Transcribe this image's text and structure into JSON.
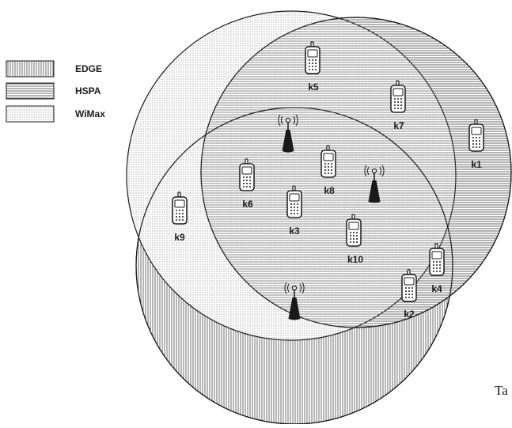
{
  "legend": [
    {
      "label": "EDGE",
      "pattern": "vertical-lines"
    },
    {
      "label": "HSPA",
      "pattern": "horizontal-lines"
    },
    {
      "label": "WiMax",
      "pattern": "dots"
    }
  ],
  "terminals": [
    {
      "label": "k1"
    },
    {
      "label": "k2"
    },
    {
      "label": "k3"
    },
    {
      "label": "k4"
    },
    {
      "label": "k5"
    },
    {
      "label": "k6"
    },
    {
      "label": "k7"
    },
    {
      "label": "k8"
    },
    {
      "label": "k9"
    },
    {
      "label": "k10"
    }
  ],
  "base_station_count": 3,
  "edge_text": "Ta",
  "colors": {
    "stroke": "#1a1a1a",
    "pattern": "#555555",
    "background": "#ffffff"
  }
}
